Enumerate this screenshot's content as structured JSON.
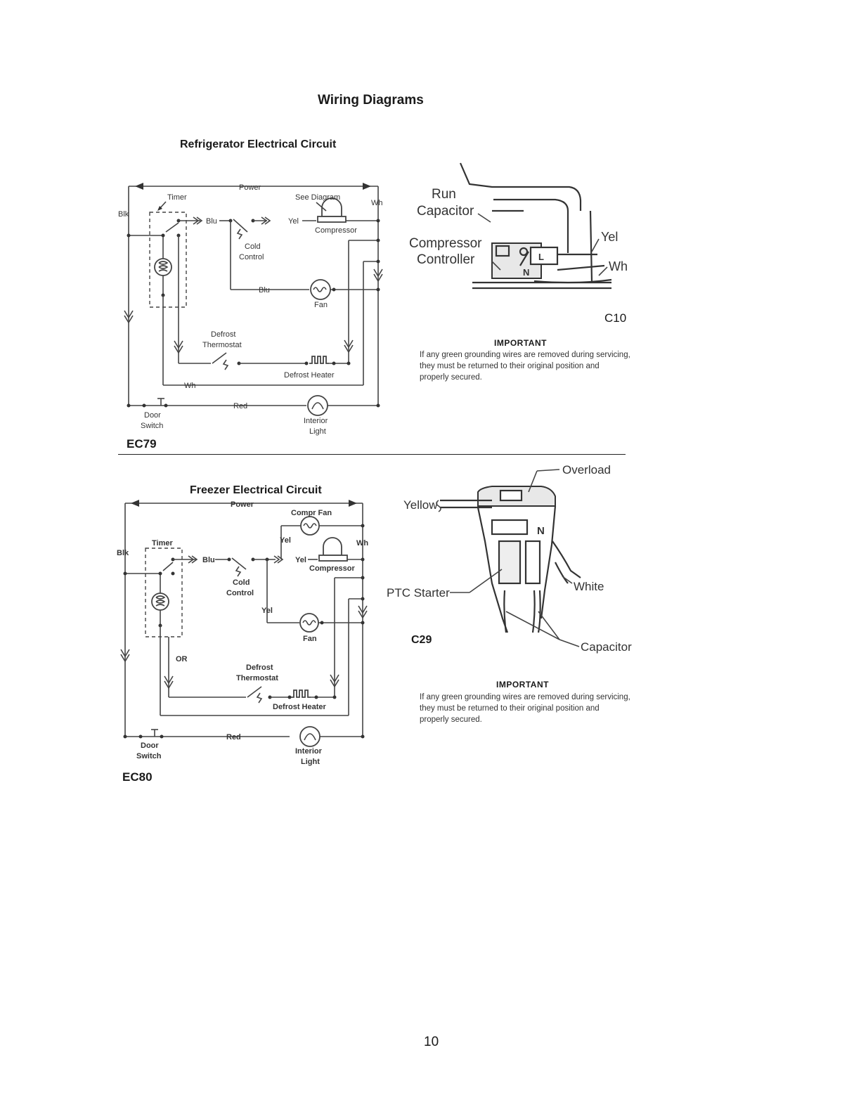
{
  "page": {
    "title": "Wiring Diagrams",
    "page_number": "10"
  },
  "refrigerator": {
    "heading": "Refrigerator Electrical Circuit",
    "code": "EC79",
    "labels": {
      "power": "Power",
      "timer": "Timer",
      "see_diagram": "See Diagram",
      "blk": "Blk",
      "wh_top": "Wh",
      "blu1": "Blu",
      "yel": "Yel",
      "compressor": "Compressor",
      "cold": "Cold",
      "control": "Control",
      "blu2": "Blu",
      "fan": "Fan",
      "defrost": "Defrost",
      "thermostat": "Thermostat",
      "defrost_heater": "Defrost Heater",
      "wh_bottom": "Wh",
      "red": "Red",
      "door": "Door",
      "switch": "Switch",
      "interior": "Interior",
      "light": "Light"
    }
  },
  "c10": {
    "code": "C10",
    "labels": {
      "run": "Run",
      "capacitor": "Capacitor",
      "compressor": "Compressor",
      "controller": "Controller",
      "yel": "Yel",
      "wh": "Wh",
      "l": "L",
      "n": "N"
    },
    "important_heading": "IMPORTANT",
    "important_text": "If any green grounding wires are removed during servicing, they must be returned to their original position and properly secured."
  },
  "freezer": {
    "heading": "Freezer Electrical Circuit",
    "code": "EC80",
    "labels": {
      "power": "Power",
      "compr_fan": "Compr Fan",
      "yel1": "Yel",
      "wh": "Wh",
      "timer": "Timer",
      "blk": "Blk",
      "blu": "Blu",
      "yel2": "Yel",
      "compressor": "Compressor",
      "cold": "Cold",
      "control": "Control",
      "yel3": "Yel",
      "fan": "Fan",
      "or": "OR",
      "defrost": "Defrost",
      "thermostat": "Thermostat",
      "defrost_heater": "Defrost Heater",
      "red": "Red",
      "door": "Door",
      "switch": "Switch",
      "interior": "Interior",
      "light": "Light"
    }
  },
  "c29": {
    "code": "C29",
    "labels": {
      "overload": "Overload",
      "yellow": "Yellow",
      "n": "N",
      "ptc_starter": "PTC Starter",
      "white": "White",
      "capacitor": "Capacitor"
    },
    "important_heading": "IMPORTANT",
    "important_text": "If any green grounding wires are removed during servicing, they must be returned to their original position and properly secured."
  }
}
